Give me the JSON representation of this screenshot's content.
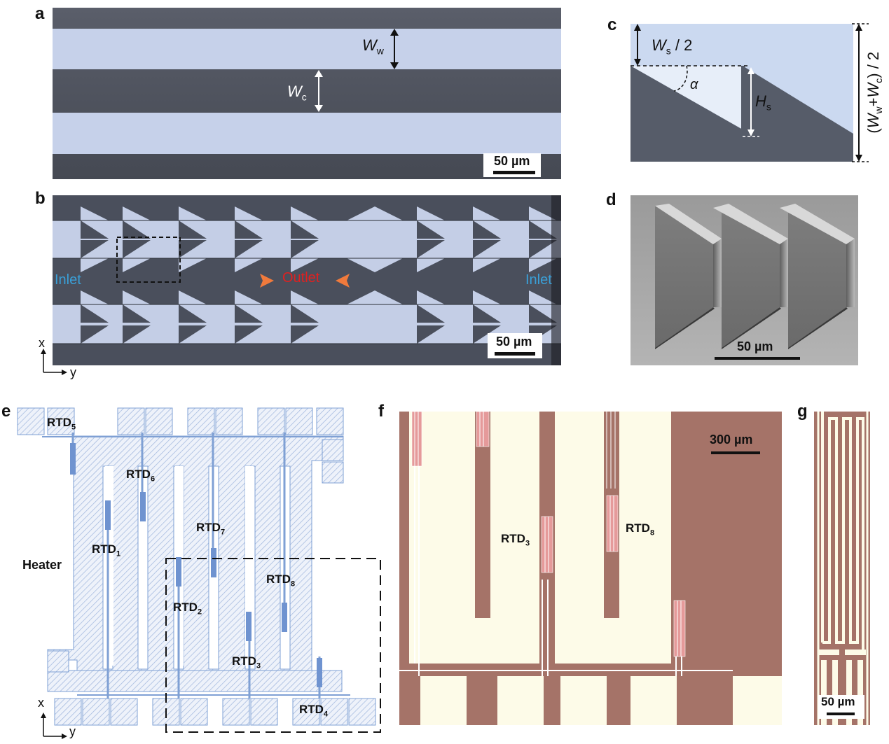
{
  "panels": {
    "a": {
      "letter": "a",
      "dim_w": "W",
      "dim_w_sub": "w",
      "dim_c": "W",
      "dim_c_sub": "c",
      "scale": "50 µm"
    },
    "b": {
      "letter": "b",
      "inlet_left": "Inlet",
      "outlet": "Outlet",
      "inlet_right": "Inlet",
      "scale": "50 µm",
      "axis_x": "x",
      "axis_y": "y"
    },
    "c": {
      "letter": "c",
      "ws_label": "W",
      "ws_sub": "s",
      "ws_tail": " / 2",
      "alpha": "α",
      "hs_label": "H",
      "hs_sub": "s",
      "total_open": "(",
      "total_w": "W",
      "total_w_sub": "w",
      "total_plus": "+",
      "total_c": "W",
      "total_c_sub": "c",
      "total_tail": ") / 2"
    },
    "d": {
      "letter": "d",
      "scale": "50 µm"
    },
    "e": {
      "letter": "e",
      "heater": "Heater",
      "axis_x": "x",
      "axis_y": "y",
      "rtd": [
        {
          "base": "RTD",
          "sub": "5"
        },
        {
          "base": "RTD",
          "sub": "6"
        },
        {
          "base": "RTD",
          "sub": "7"
        },
        {
          "base": "RTD",
          "sub": "1"
        },
        {
          "base": "RTD",
          "sub": "8"
        },
        {
          "base": "RTD",
          "sub": "2"
        },
        {
          "base": "RTD",
          "sub": "3"
        },
        {
          "base": "RTD",
          "sub": "4"
        }
      ]
    },
    "f": {
      "letter": "f",
      "scale": "300 µm",
      "rtd3_base": "RTD",
      "rtd3_sub": "3",
      "rtd8_base": "RTD",
      "rtd8_sub": "8"
    },
    "g": {
      "letter": "g",
      "scale": "50 µm"
    }
  },
  "colors": {
    "channel_light": "#c9d3ea",
    "wall_dark": "#4a4e5a",
    "sem_gray": "#8e8e8e",
    "heater_blue": "#7fa0d4",
    "rtd_blue": "#6f93d0",
    "copper": "#a57368",
    "cream": "#fdfbe8",
    "arrow_orange": "#f07a3c",
    "arrow_teal": "#5fc6cc",
    "inlet_blue": "#3aa0d8",
    "outlet_red": "#e02020"
  }
}
